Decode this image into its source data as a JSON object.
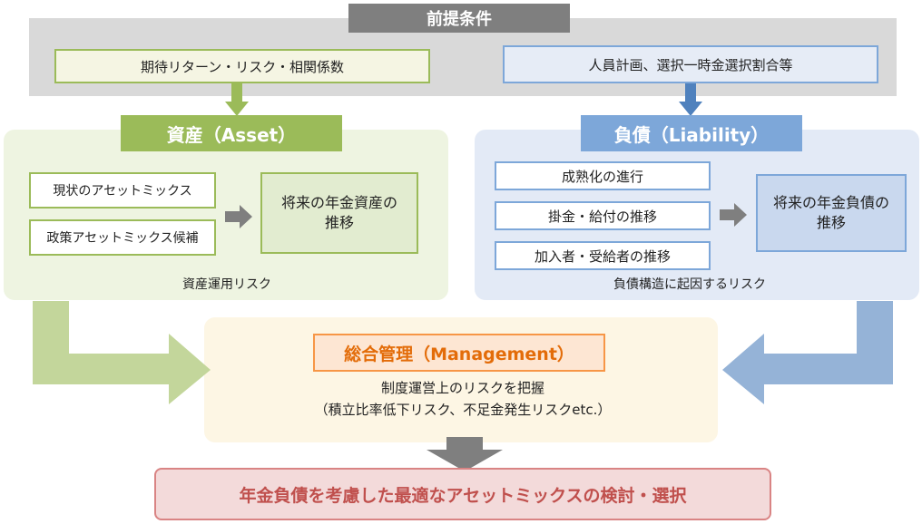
{
  "premise": {
    "title": "前提条件",
    "left": "期待リターン・リスク・相関係数",
    "right": "人員計画、選択一時金選択割合等"
  },
  "asset": {
    "header": "資産（Asset）",
    "items": [
      "現状のアセットミックス",
      "政策アセットミックス候補"
    ],
    "future_line1": "将来の年金資産の",
    "future_line2": "推移",
    "risk": "資産運用リスク"
  },
  "liability": {
    "header": "負債（Liability）",
    "items": [
      "成熟化の進行",
      "掛金・給付の推移",
      "加入者・受給者の推移"
    ],
    "future_line1": "将来の年金負債の",
    "future_line2": "推移",
    "risk": "負債構造に起因するリスク"
  },
  "management": {
    "header": "総合管理（Management）",
    "line1": "制度運営上のリスクを把握",
    "line2": "（積立比率低下リスク、不足金発生リスクetc.）"
  },
  "result": "年金負債を考慮した最適なアセットミックスの検討・選択",
  "colors": {
    "asset_green": "#9bbb59",
    "liability_blue": "#7da7d9",
    "management_orange": "#f79646",
    "premise_gray": "#7f7f7f",
    "result_red": "#c0504d"
  }
}
